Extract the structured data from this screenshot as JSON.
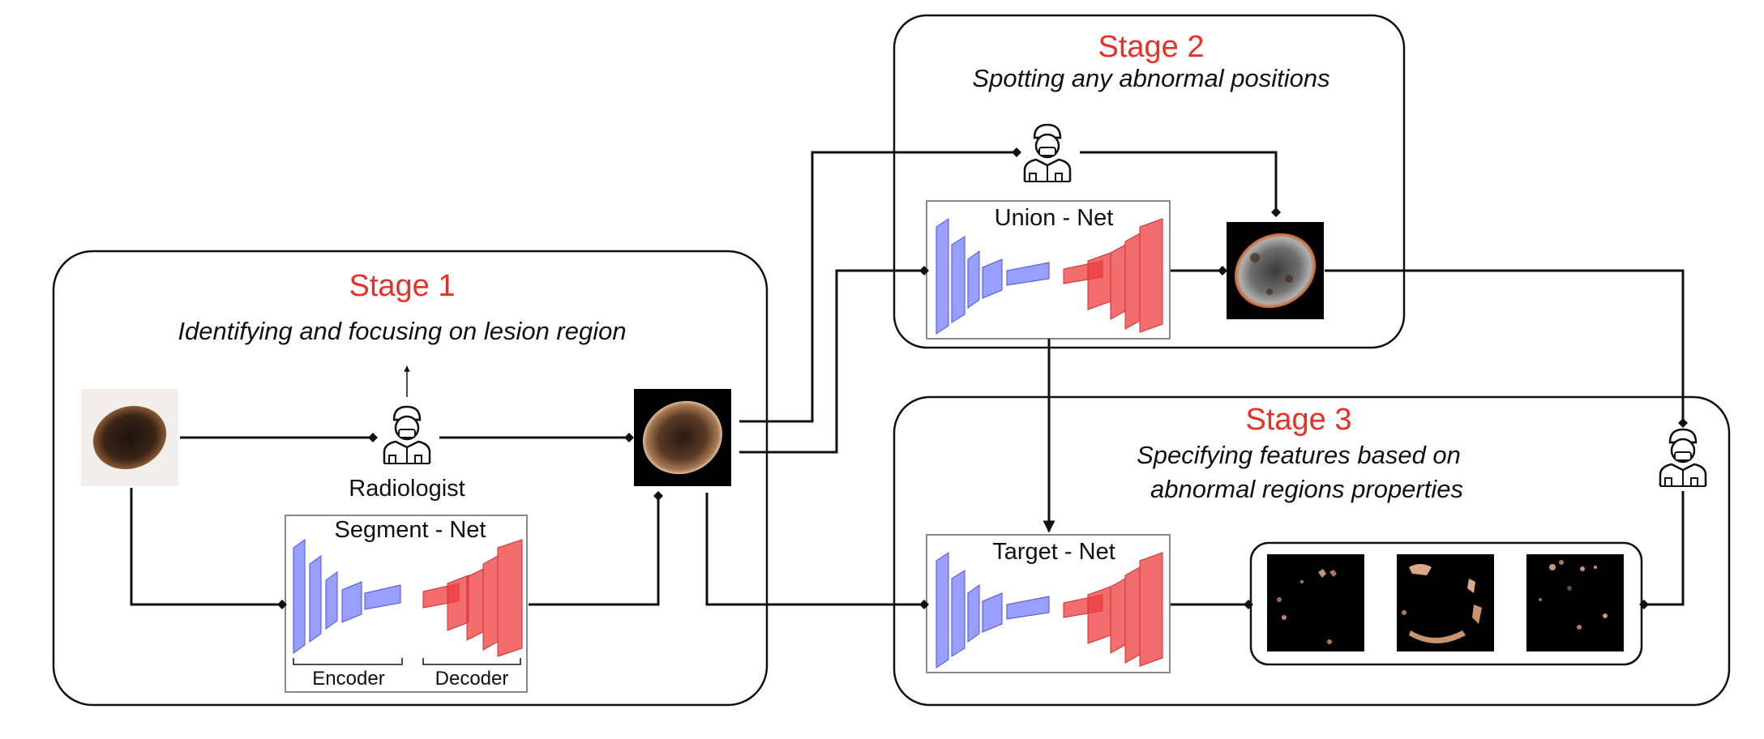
{
  "stage1": {
    "title": "Stage 1",
    "subtitle": "Identifying and focusing on lesion region",
    "radiologist_label": "Radiologist",
    "net_label": "Segment - Net",
    "encoder_label": "Encoder",
    "decoder_label": "Decoder"
  },
  "stage2": {
    "title": "Stage 2",
    "subtitle": "Spotting any abnormal positions",
    "net_label": "Union - Net"
  },
  "stage3": {
    "title": "Stage 3",
    "subtitle_line1": "Specifying features based on",
    "subtitle_line2": "abnormal regions properties",
    "net_label": "Target - Net"
  },
  "colors": {
    "title": "#e53228",
    "encoder": "#5a64ff",
    "decoder": "#ee4040",
    "lesion": "#2a1a12"
  }
}
